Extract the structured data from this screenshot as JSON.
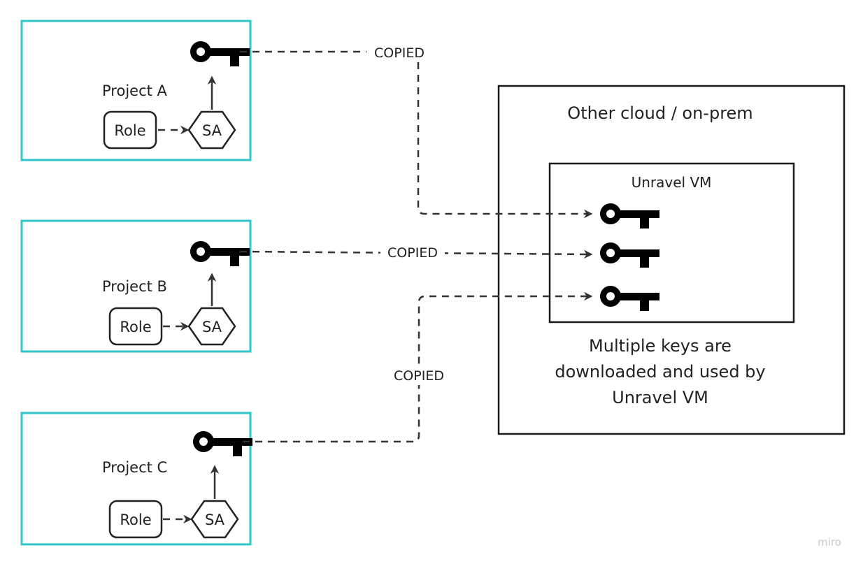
{
  "projects": [
    {
      "title": "Project A",
      "role": "Role",
      "sa": "SA"
    },
    {
      "title": "Project B",
      "role": "Role",
      "sa": "SA"
    },
    {
      "title": "Project C",
      "role": "Role",
      "sa": "SA"
    }
  ],
  "connector_label": "COPIED",
  "external": {
    "title": "Other cloud / on-prem",
    "vm_title": "Unravel VM",
    "note_lines": [
      "Multiple keys are",
      "downloaded and used by",
      "Unravel VM"
    ]
  },
  "watermark": "miro",
  "colors": {
    "project_border": "#2ec6c8",
    "line": "#333333",
    "key": "#000000"
  },
  "icons": {
    "key": "key-icon",
    "arrow": "arrowhead"
  }
}
